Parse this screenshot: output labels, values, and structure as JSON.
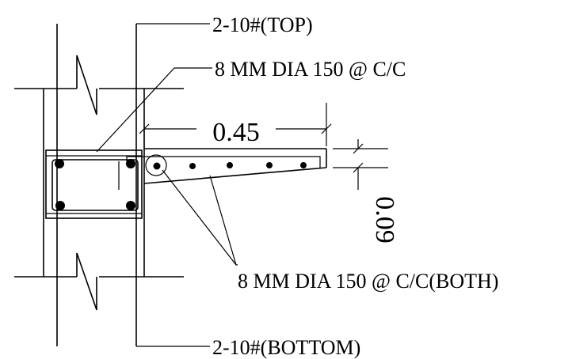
{
  "labels": {
    "top_bars": "2-10#(TOP)",
    "stirrups": "8 MM DIA 150 @ C/C",
    "projection": "0.45",
    "thickness": "0.09",
    "slab_bars": "8 MM DIA 150 @ C/C(BOTH)",
    "bottom_bars": "2-10#(BOTTOM)"
  }
}
